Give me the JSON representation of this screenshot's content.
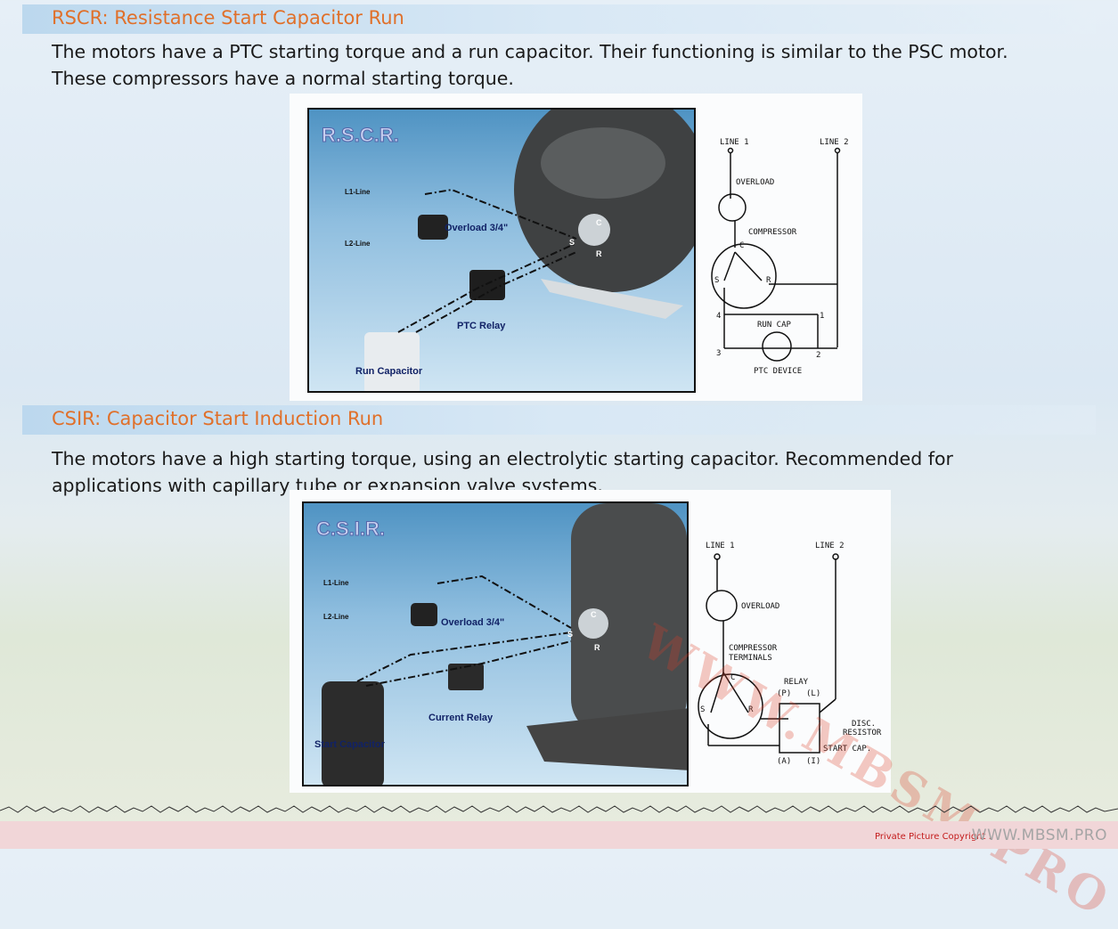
{
  "sections": [
    {
      "title": "RSCR: Resistance Start Capacitor Run",
      "paragraph": [
        "The motors have a PTC starting torque and a run capacitor. Their functioning is similar to the PSC motor.",
        "These compressors have a normal starting torque."
      ],
      "photo": {
        "logo": "R.S.C.R.",
        "l1": "L1-Line",
        "l2": "L2-Line",
        "overload": "Overload 3/4\"",
        "relay": "PTC Relay",
        "capacitor": "Run Capacitor",
        "s": "S",
        "c": "C",
        "r": "R"
      },
      "diagram": {
        "line1": "LINE 1",
        "line2": "LINE 2",
        "overload": "OVERLOAD",
        "compressor": "COMPRESSOR",
        "c": "C",
        "s": "S",
        "r": "R",
        "run_cap": "RUN CAP",
        "ptc": "PTC DEVICE",
        "n1": "1",
        "n2": "2",
        "n3": "3",
        "n4": "4"
      }
    },
    {
      "title": "CSIR: Capacitor Start Induction Run",
      "paragraph": [
        "The motors have a high starting torque, using an electrolytic starting capacitor. Recommended for",
        "applications with capillary tube or expansion valve systems."
      ],
      "photo": {
        "logo": "C.S.I.R.",
        "l1": "L1-Line",
        "l2": "L2-Line",
        "overload": "Overload 3/4\"",
        "relay": "Current Relay",
        "capacitor": "Start Capacitor",
        "s": "S",
        "c": "C",
        "r": "R"
      },
      "diagram": {
        "line1": "LINE 1",
        "line2": "LINE 2",
        "overload": "OVERLOAD",
        "compressor": "COMPRESSOR",
        "terminals": "TERMINALS",
        "relay": "RELAY",
        "p": "(P)",
        "l": "(L)",
        "a": "(A)",
        "i": "(I)",
        "c": "C",
        "s": "S",
        "r": "R",
        "disc": "DISC.",
        "resistor": "RESISTOR",
        "start_cap": "START CAP."
      }
    }
  ],
  "watermark": "WWW.MBSM.PRO",
  "footer": {
    "copyright": "Private Picture Copyright :",
    "site": "WWW.MBSM.PRO"
  }
}
